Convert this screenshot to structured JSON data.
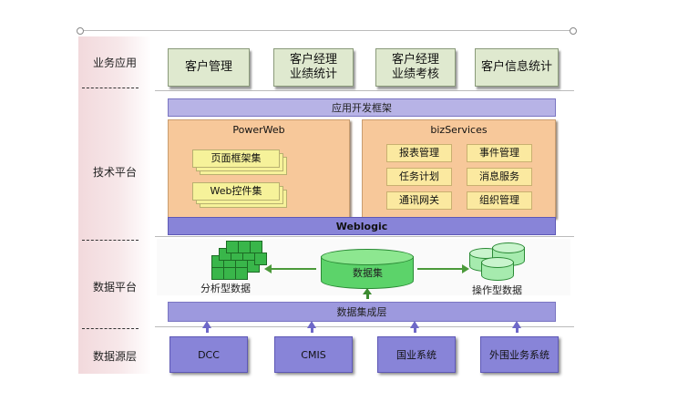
{
  "layers": {
    "business": "业务应用",
    "tech": "技术平台",
    "data": "数据平台",
    "source": "数据源层"
  },
  "business_apps": [
    "客户管理",
    "客户经理业绩统计",
    "客户经理业绩考核",
    "客户信息统计"
  ],
  "business_apps_lines": [
    [
      "客户管理"
    ],
    [
      "客户经理",
      "业绩统计"
    ],
    [
      "客户经理",
      "业绩考核"
    ],
    [
      "客户信息统计"
    ]
  ],
  "tech": {
    "framework": "应用开发框架",
    "powerweb": {
      "title": "PowerWeb",
      "items": [
        "页面框架集",
        "Web控件集"
      ]
    },
    "bizservices": {
      "title": "bizServices",
      "items": [
        "报表管理",
        "事件管理",
        "任务计划",
        "消息服务",
        "通讯网关",
        "组织管理"
      ]
    },
    "container": "Weblogic"
  },
  "data_platform": {
    "left_label": "分析型数据",
    "center_label": "数据集",
    "right_label": "操作型数据",
    "integration": "数据集成层"
  },
  "sources": [
    "DCC",
    "CMIS",
    "国业系统",
    "外围业务系统"
  ],
  "colors": {
    "app_box": "#dfe9cf",
    "purple_light": "#b7b3e6",
    "purple_dark": "#8884d8",
    "orange_panel": "#f7c89a",
    "yellow_card": "#f6f29a",
    "green_cyl": "#5cd36a"
  }
}
